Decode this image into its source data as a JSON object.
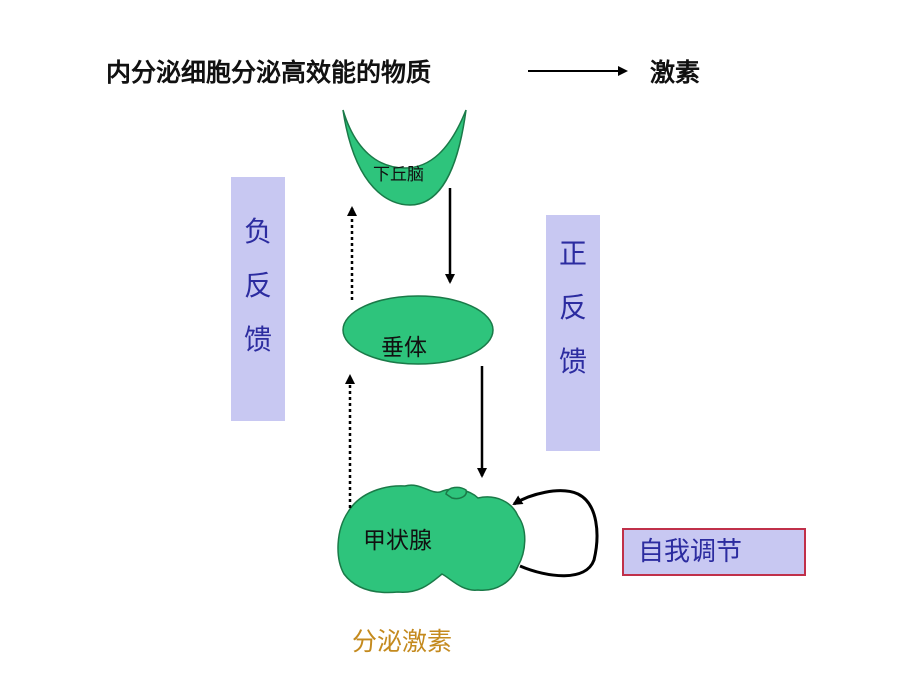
{
  "header": {
    "title": "内分泌细胞分泌高效能的物质",
    "result": "激素"
  },
  "organs": {
    "hypothalamus": "下丘脑",
    "pituitary": "垂体",
    "thyroid": "甲状腺"
  },
  "feedback": {
    "negative": [
      "负",
      "反",
      "馈"
    ],
    "positive": [
      "正",
      "反",
      "馈"
    ]
  },
  "self_regulation": "自我调节",
  "secretion": "分泌激素",
  "colors": {
    "organ_fill": "#2ec47c",
    "box_fill": "#c8c8f2",
    "box_text": "#2c2ca0",
    "self_reg_border": "#c0304a",
    "secretion_text": "#c48a1e"
  }
}
